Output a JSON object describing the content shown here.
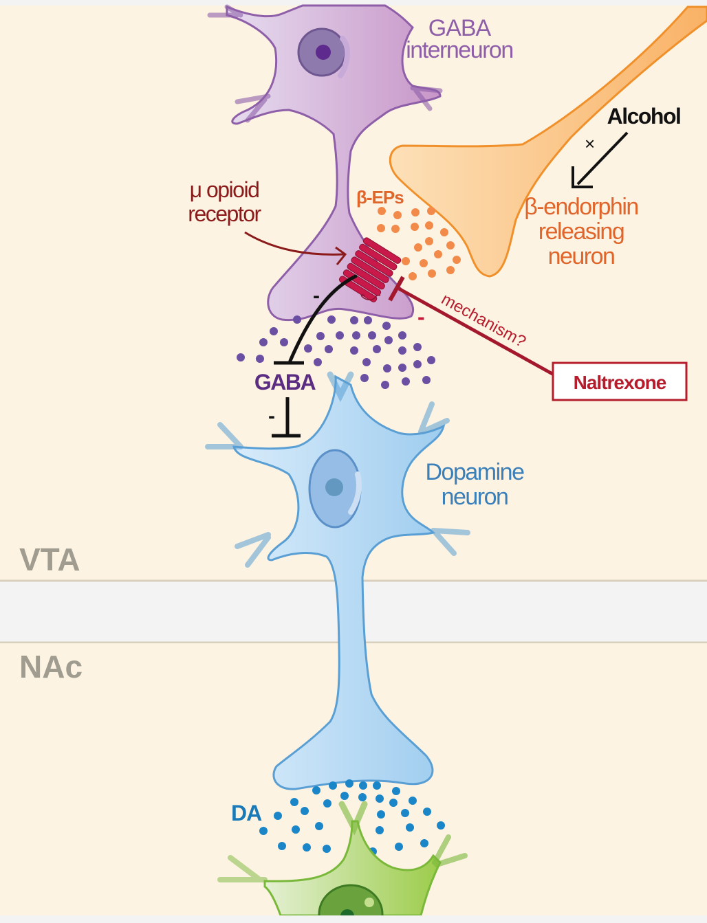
{
  "regions": {
    "upper": "VTA",
    "lower": "NAc"
  },
  "labels": {
    "gaba_interneuron": [
      "GABA",
      "interneuron"
    ],
    "alcohol": "Alcohol",
    "alcohol_effect_symbol": "×",
    "beta_endorphin_neuron": [
      "β-endorphin",
      "releasing",
      "neuron"
    ],
    "beta_eps": "β-EPs",
    "mu_opioid_receptor": [
      "μ opioid",
      "receptor"
    ],
    "gaba": "GABA",
    "mechanism": "mechanism?",
    "naltrexone": "Naltrexone",
    "dopamine_neuron": [
      "Dopamine",
      "neuron"
    ],
    "da": "DA",
    "minus_receptor_gaba": "-",
    "minus_naltrexone": "-",
    "minus_gaba_dopamine": "-"
  },
  "colors": {
    "background": "#fdf3e3",
    "band": "#f3f3f3",
    "band_border": "#d8cfbd",
    "region_label": "#a09c8f",
    "gaba_purple": "#8e5fa8",
    "gaba_dark": "#5b2d82",
    "gaba_dots": "#6b4fa3",
    "orange_text": "#e0652a",
    "orange_fill": "#fbbf7a",
    "orange_stroke": "#f0902a",
    "orange_dots": "#f28a4a",
    "receptor_red": "#c8194a",
    "dark_red": "#8b1a1a",
    "naltrexone_red": "#b51c2c",
    "dopamine_blue": "#3a7fb8",
    "dopamine_fill": "#b8dcf3",
    "dopamine_stroke": "#5a9fd4",
    "da_dots": "#1a86c8",
    "da_text": "#1a7ab8",
    "green_fill": "#a8d56a",
    "green_stroke": "#7ab83a",
    "black": "#111111"
  }
}
